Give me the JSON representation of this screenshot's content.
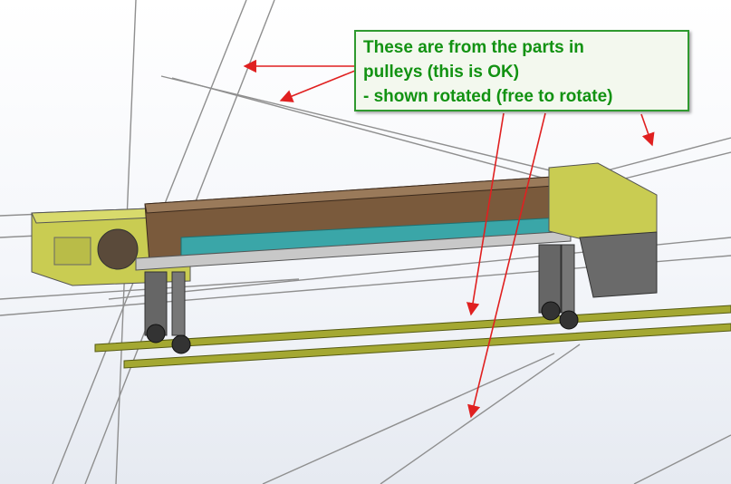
{
  "scene": {
    "background": "#ffffff",
    "wire_color": "#8f8f8f",
    "conveyor_enclosure_color": "#c9cc52",
    "conveyor_belt_color": "#3aa6a8",
    "conveyor_deck_color": "#7a5a3c",
    "rail_color": "#8f922a",
    "arrow_color": "#e02020"
  },
  "callout": {
    "lines": [
      "These are from the parts in",
      "pulleys (this is OK)",
      "- shown rotated (free to rotate)"
    ],
    "text_color": "#129212",
    "border_color": "#2f9a2f"
  }
}
